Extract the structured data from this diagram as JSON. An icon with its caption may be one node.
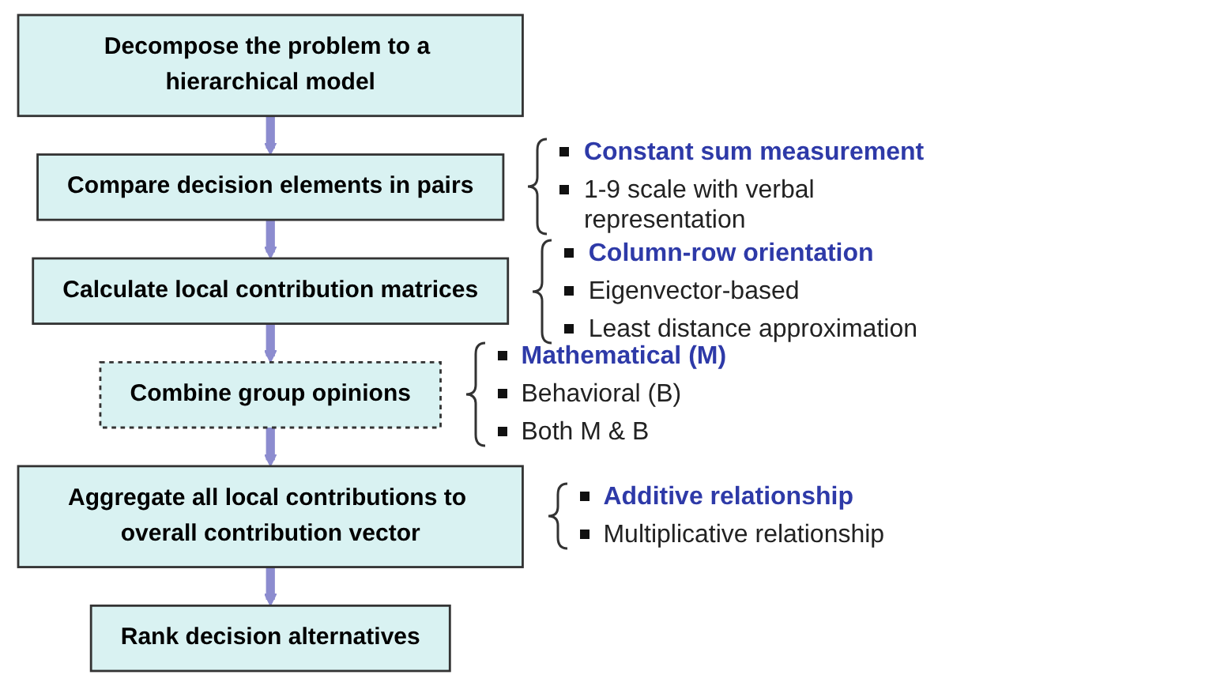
{
  "diagram": {
    "nodes": [
      {
        "text": [
          "Decompose the problem to a hierarchical model"
        ]
      },
      {
        "text": [
          "Compare decision elements in pairs"
        ],
        "beside": [
          "Constant sum measurement",
          "1-9 scale with verbal representation"
        ]
      },
      {
        "text": [
          "Calculate local contribution matrices"
        ],
        "beside": [
          "Column-row orientation",
          "Eigenvector-based",
          "Least distance approximation"
        ]
      },
      {
        "text": [
          "Combine group opinions"
        ],
        "beside": [
          "Mathematical (M)",
          "Behavioral (B)",
          "Both M & B"
        ]
      },
      {
        "text": [
          "Aggregate all local contributions to overall contribution vector"
        ],
        "beside": [
          "Additive relationship",
          "Multiplicative relationship"
        ]
      },
      {
        "text": [
          "Rank decision alternatives"
        ]
      }
    ],
    "edges": [
      {
        "from": 0,
        "to": 1,
        "arrow": "to"
      },
      {
        "from": 1,
        "to": 2,
        "arrow": "to"
      },
      {
        "from": 2,
        "to": 3,
        "arrow": "to"
      },
      {
        "from": 3,
        "to": 4,
        "arrow": "to"
      },
      {
        "from": 4,
        "to": 5,
        "arrow": "to"
      }
    ]
  }
}
